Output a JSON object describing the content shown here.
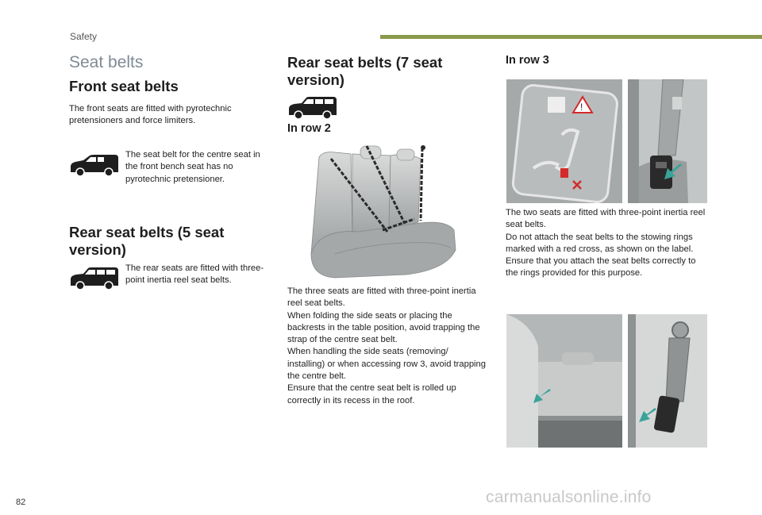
{
  "header": {
    "section": "Safety",
    "accent_color": "#8a9a4b"
  },
  "page": {
    "title": "Seat belts",
    "number": "82"
  },
  "front": {
    "heading": "Front seat belts",
    "intro": "The front seats are fitted with pyrotechnic pretensioners and force limiters.",
    "centre_note": "The seat belt for the centre seat in the front bench seat has no pyrotechnic pretensioner.",
    "icon": "van-icon"
  },
  "rear5": {
    "heading": "Rear seat belts (5 seat version)",
    "note": "The rear seats are fitted with three-point inertia reel seat belts.",
    "icon": "mpv-icon"
  },
  "rear7": {
    "heading": "Rear seat belts (7 seat version)",
    "icon": "mpv-icon",
    "row2": {
      "heading": "In row 2",
      "lines": [
        "The three seats are fitted with three-point inertia reel seat belts.",
        "When folding the side seats or placing the backrests in the table position, avoid trapping the strap of the centre seat belt.",
        "When handling the side seats (removing/ installing) or when accessing row 3, avoid trapping the centre belt.",
        "Ensure that the centre seat belt is rolled up correctly in its recess in the roof."
      ]
    },
    "row3": {
      "heading": "In row 3",
      "lines": [
        "The two seats are fitted with three-point inertia reel seat belts.",
        "Do not attach the seat belts to the stowing rings marked with a red cross, as shown on the label.",
        "Ensure that you attach the seat belts correctly to the rings provided for this purpose."
      ]
    }
  },
  "watermark": "carmanualsonline.info",
  "colors": {
    "arrow": "#3aa39a",
    "warning_red": "#d42a2a",
    "title_grey": "#7e8b95"
  }
}
